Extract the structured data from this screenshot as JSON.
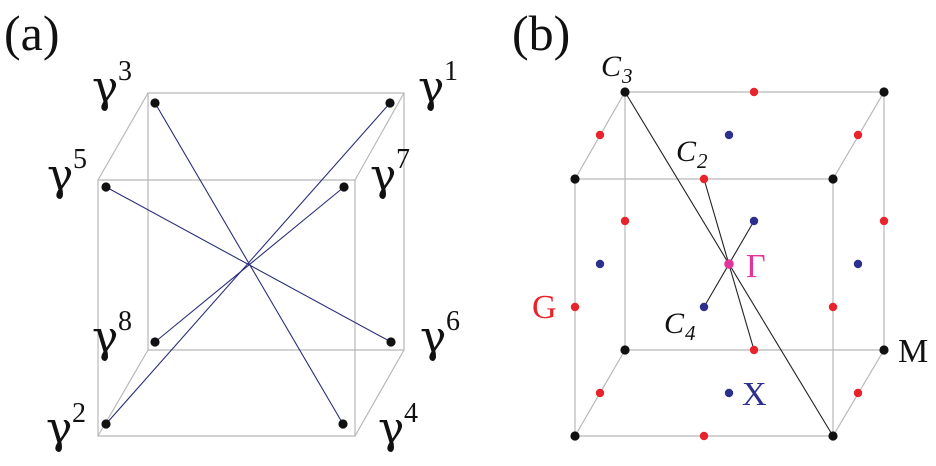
{
  "panel_a": {
    "label": "(a)",
    "vertex_labels": [
      {
        "base": "γ",
        "sup": "1"
      },
      {
        "base": "γ",
        "sup": "2"
      },
      {
        "base": "γ",
        "sup": "3"
      },
      {
        "base": "γ",
        "sup": "4"
      },
      {
        "base": "γ",
        "sup": "5"
      },
      {
        "base": "γ",
        "sup": "6"
      },
      {
        "base": "γ",
        "sup": "7"
      },
      {
        "base": "γ",
        "sup": "8"
      }
    ]
  },
  "panel_b": {
    "label": "(b)",
    "axis_labels": {
      "c3": {
        "base": "C",
        "sub": "3"
      },
      "c2": {
        "base": "C",
        "sub": "2"
      },
      "c4": {
        "base": "C",
        "sub": "4"
      }
    },
    "point_labels": {
      "gamma": "Γ",
      "g": "G",
      "m": "M",
      "x": "X"
    }
  },
  "colors": {
    "edge": "#b8b8b8",
    "diagonal_blue": "#2a2f78",
    "black": "#111111",
    "gamma_point": "#e0359a",
    "g_point": "#e8232c",
    "x_point": "#2c2f8c"
  }
}
